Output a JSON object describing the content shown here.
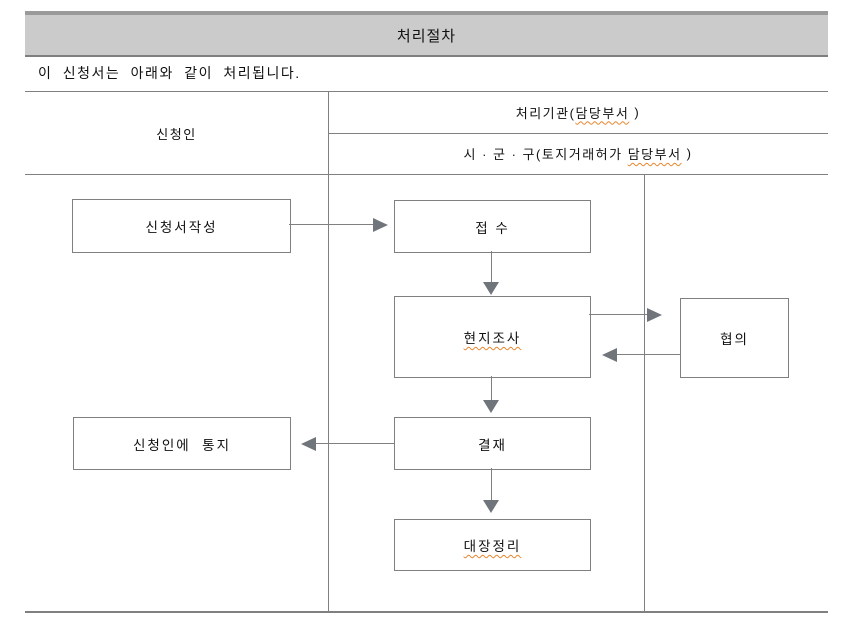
{
  "title_bar": {
    "label": "처리절차"
  },
  "intro_text": "이 신청서는 아래와 같이 처리됩니다.",
  "columns": {
    "applicant": "신청인",
    "agency": {
      "prefix": "처리기관(",
      "highlight": "담당부서",
      "suffix": " )"
    },
    "agency_detail": {
      "prefix": "시 · 군 · 구(토지거래허가 ",
      "highlight": "담당부서",
      "suffix": " )"
    }
  },
  "flow": {
    "write_application": "신청서작성",
    "receive": "접 수",
    "field_survey": "현지조사",
    "consult": "협의",
    "notify_applicant": "신청인에  통지",
    "approve": "결재",
    "ledger_update": "대장정리"
  },
  "colors": {
    "bar_fill": "#cbcbcb",
    "bar_border_top": "#9a9a9a",
    "bar_border_bottom": "#7f7f7f",
    "grid_line": "#808080",
    "arrow_head": "#6f757b",
    "spellcheck_underline": "#e8872e",
    "text": "#111111"
  }
}
